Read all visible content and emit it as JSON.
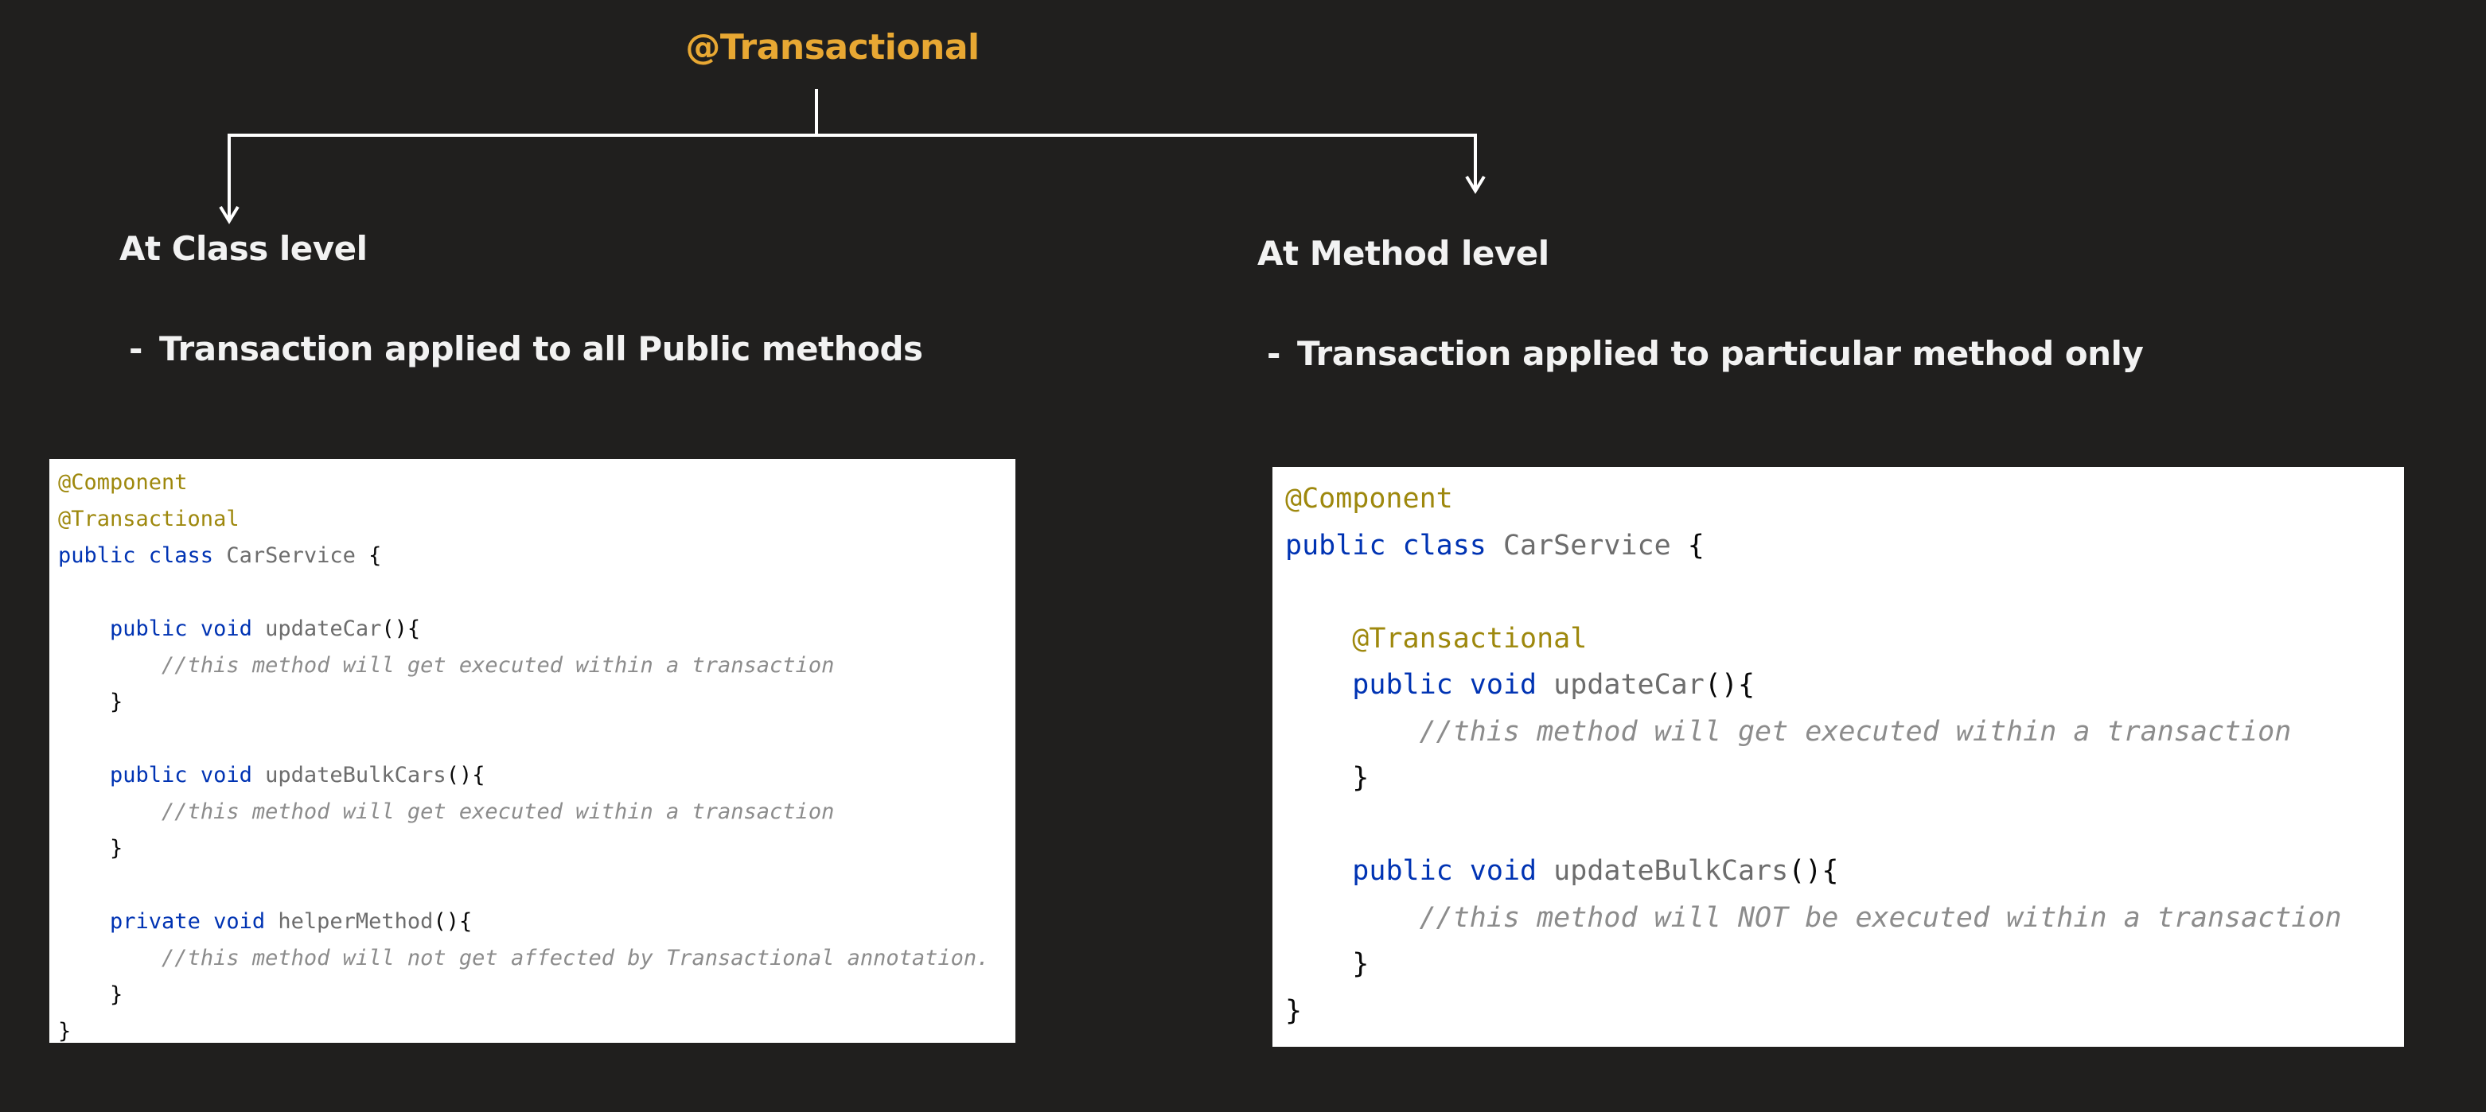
{
  "title": "@Transactional",
  "colors": {
    "background": "#201f1e",
    "title": "#e8a833",
    "text": "#f2f2f2",
    "connector": "#ffffff"
  },
  "branches": [
    {
      "heading": "At Class level",
      "bullet": "Transaction applied to all Public methods",
      "code": [
        [
          [
            "ann",
            "@Component"
          ]
        ],
        [
          [
            "ann",
            "@Transactional"
          ]
        ],
        [
          [
            "kw",
            "public class "
          ],
          [
            "ident",
            "CarService "
          ],
          [
            "punc",
            "{"
          ]
        ],
        [],
        [
          [
            "plain",
            "    "
          ],
          [
            "kw",
            "public void "
          ],
          [
            "ident",
            "updateCar"
          ],
          [
            "punc",
            "(){"
          ]
        ],
        [
          [
            "plain",
            "        "
          ],
          [
            "comment",
            "//this method will get executed within a transaction"
          ]
        ],
        [
          [
            "plain",
            "    "
          ],
          [
            "punc",
            "}"
          ]
        ],
        [],
        [
          [
            "plain",
            "    "
          ],
          [
            "kw",
            "public void "
          ],
          [
            "ident",
            "updateBulkCars"
          ],
          [
            "punc",
            "(){"
          ]
        ],
        [
          [
            "plain",
            "        "
          ],
          [
            "comment",
            "//this method will get executed within a transaction"
          ]
        ],
        [
          [
            "plain",
            "    "
          ],
          [
            "punc",
            "}"
          ]
        ],
        [],
        [
          [
            "plain",
            "    "
          ],
          [
            "kw",
            "private void "
          ],
          [
            "ident",
            "helperMethod"
          ],
          [
            "punc",
            "(){"
          ]
        ],
        [
          [
            "plain",
            "        "
          ],
          [
            "comment",
            "//this method will not get affected by Transactional annotation."
          ]
        ],
        [
          [
            "plain",
            "    "
          ],
          [
            "punc",
            "}"
          ]
        ],
        [
          [
            "punc",
            "}"
          ]
        ]
      ]
    },
    {
      "heading": "At Method level",
      "bullet": "Transaction applied to particular method only",
      "code": [
        [
          [
            "ann",
            "@Component"
          ]
        ],
        [
          [
            "kw",
            "public class "
          ],
          [
            "ident",
            "CarService "
          ],
          [
            "punc",
            "{"
          ]
        ],
        [],
        [
          [
            "plain",
            "    "
          ],
          [
            "ann",
            "@Transactional"
          ]
        ],
        [
          [
            "plain",
            "    "
          ],
          [
            "kw",
            "public void "
          ],
          [
            "ident",
            "updateCar"
          ],
          [
            "punc",
            "(){"
          ]
        ],
        [
          [
            "plain",
            "        "
          ],
          [
            "comment",
            "//this method will get executed within a transaction"
          ]
        ],
        [
          [
            "plain",
            "    "
          ],
          [
            "punc",
            "}"
          ]
        ],
        [],
        [
          [
            "plain",
            "    "
          ],
          [
            "kw",
            "public void "
          ],
          [
            "ident",
            "updateBulkCars"
          ],
          [
            "punc",
            "(){"
          ]
        ],
        [
          [
            "plain",
            "        "
          ],
          [
            "comment",
            "//this method will NOT be executed within a transaction"
          ]
        ],
        [
          [
            "plain",
            "    "
          ],
          [
            "punc",
            "}"
          ]
        ],
        [
          [
            "punc",
            "}"
          ]
        ]
      ]
    }
  ]
}
